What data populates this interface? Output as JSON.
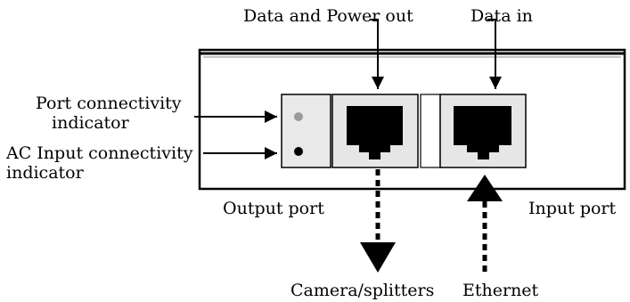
{
  "labels": {
    "data_and_power_out": "Data and Power out",
    "data_in": "Data in",
    "port_connectivity_line1": "Port connectivity",
    "port_connectivity_line2": "indicator",
    "ac_input_line1": "AC Input connectivity",
    "ac_input_line2": "indicator",
    "output_port": "Output port",
    "input_port": "Input port",
    "camera_splitters": "Camera/splitters",
    "ethernet": "Ethernet"
  }
}
